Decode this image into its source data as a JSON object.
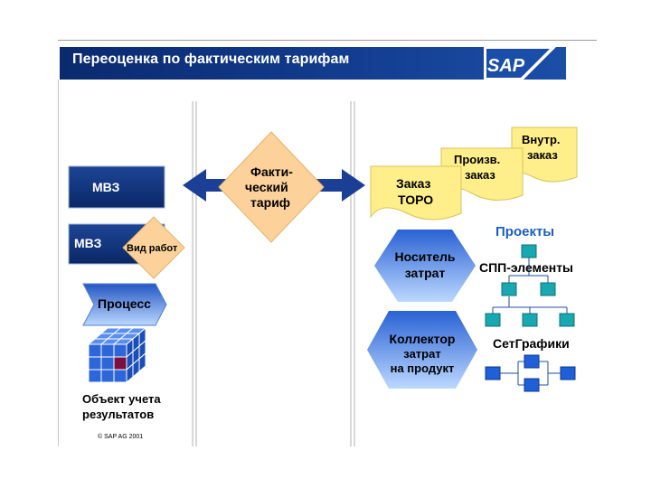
{
  "header": {
    "title": "Переоценка по фактическим тарифам",
    "logo": "SAP"
  },
  "left": {
    "mvz1": "МВЗ",
    "mvz2": "МВЗ",
    "activity_type": "Вид работ",
    "process": "Процесс",
    "results_object": [
      "Объект учета",
      "результатов"
    ]
  },
  "center": {
    "actual_rate": [
      "Факти-",
      "ческий",
      "тариф"
    ]
  },
  "right": {
    "order_toro": [
      "Заказ",
      "ТОРО"
    ],
    "order_prod": [
      "Произв.",
      "заказ"
    ],
    "order_internal": [
      "Внутр.",
      "заказ"
    ],
    "projects": "Проекты",
    "wbs_elements": "СПП-элементы",
    "networks": "СетГрафики",
    "cost_object": [
      "Носитель",
      "затрат"
    ],
    "product_collector": [
      "Коллектор",
      "затрат",
      "на продукт"
    ]
  },
  "footer": {
    "copyright": "© SAP AG 2001"
  },
  "colors": {
    "navy": "#0f2f7a",
    "peach": "#fcd29a",
    "yellow": "#ffef8a",
    "light_blue": "#bcd8ff",
    "teal": "#1aa8b0",
    "blue_node": "#1f5fd8",
    "projects_text": "#1a5fc0"
  }
}
